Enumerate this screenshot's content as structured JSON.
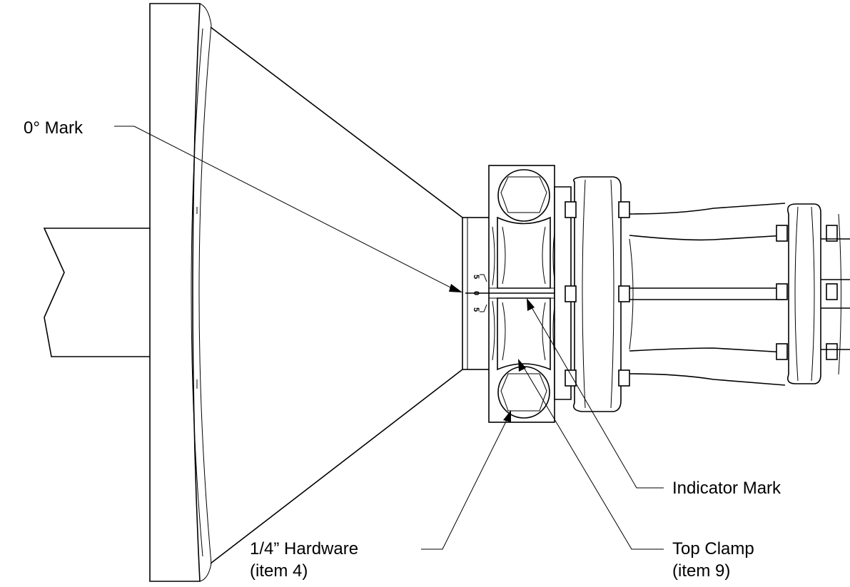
{
  "colors": {
    "line": "#000000",
    "background": "#ffffff"
  },
  "callouts": {
    "zero_mark": "0° Mark",
    "indicator_mark": "Indicator Mark",
    "hardware_line1": "1/4” Hardware",
    "hardware_line2": "(item 4)",
    "top_clamp_line1": "Top Clamp",
    "top_clamp_line2": "(item 9)"
  },
  "scale_marks": {
    "upper": "5",
    "middle": "0",
    "lower": "5"
  }
}
